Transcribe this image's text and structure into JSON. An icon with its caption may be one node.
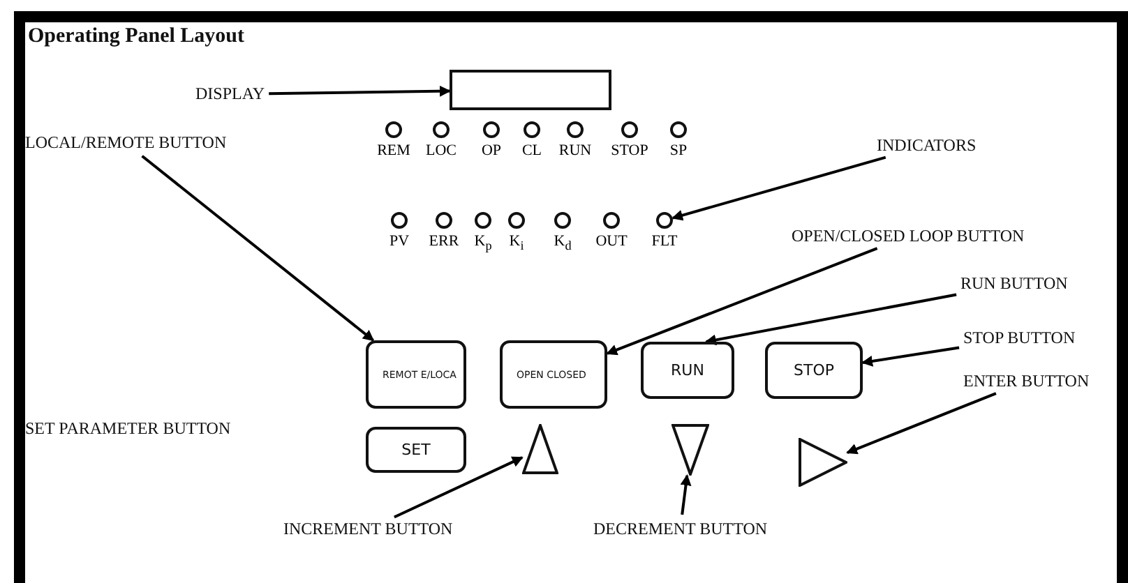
{
  "diagram": {
    "title": "Operating Panel Layout",
    "nodes": [
      {
        "text": [
          "DISPLAY"
        ]
      },
      {
        "text": [],
        "shape": "box"
      },
      {
        "text": [
          "LOCAL/REMOTE BUTTON"
        ]
      },
      {
        "text": [
          "INDICATORS"
        ]
      },
      {
        "text": [],
        "shape": "circle",
        "beside": [
          "REM"
        ]
      },
      {
        "text": [],
        "shape": "circle",
        "beside": [
          "LOC"
        ]
      },
      {
        "text": [],
        "shape": "circle",
        "beside": [
          "OP"
        ]
      },
      {
        "text": [],
        "shape": "circle",
        "beside": [
          "CL"
        ]
      },
      {
        "text": [],
        "shape": "circle",
        "beside": [
          "RUN"
        ]
      },
      {
        "text": [],
        "shape": "circle",
        "beside": [
          "STOP"
        ]
      },
      {
        "text": [],
        "shape": "circle",
        "beside": [
          "SP"
        ]
      },
      {
        "text": [
          "OPEN/CLOSED LOOP BUTTON"
        ]
      },
      {
        "text": [],
        "shape": "circle",
        "beside": [
          "PV"
        ]
      },
      {
        "text": [],
        "shape": "circle",
        "beside": [
          "ERR"
        ]
      },
      {
        "text": [],
        "shape": "circle",
        "beside": [
          "K$_{p}$"
        ]
      },
      {
        "text": [],
        "shape": "circle",
        "beside": [
          "K$_{i}$"
        ]
      },
      {
        "text": [],
        "shape": "circle",
        "beside": [
          "K$_{d}$"
        ]
      },
      {
        "text": [],
        "shape": "circle",
        "beside": [
          "OUT"
        ]
      },
      {
        "text": [],
        "shape": "circle",
        "beside": [
          "FLT"
        ]
      },
      {
        "text": [
          "RUN BUTTON"
        ]
      },
      {
        "text": [
          "REMOT E/LOCA"
        ]
      },
      {
        "text": [
          "OPEN CLOSED"
        ]
      },
      {
        "text": [
          "RUN"
        ]
      },
      {
        "text": [
          "STOP"
        ]
      },
      {
        "text": [
          "STOP BUTTON"
        ]
      },
      {
        "text": [
          "ENTER BUTTON"
        ]
      },
      {
        "text": [
          "SET"
        ]
      },
      {
        "text": [],
        "shape": "triangle"
      },
      {
        "text": [],
        "shape": "triangle"
      },
      {
        "text": [],
        "shape": "triangle"
      },
      {
        "text": [
          "INCREMENT BUTTON"
        ]
      },
      {
        "text": [
          "DECREMENT BUTTON"
        ]
      }
    ],
    "edges": [
      {
        "from": 0,
        "to": 1,
        "arrow": "to"
      },
      {
        "from": 2,
        "to": 20,
        "arrow": "to"
      },
      {
        "from": 3,
        "to": 18,
        "arrow": "to"
      },
      {
        "from": 11,
        "to": 21,
        "arrow": "to"
      },
      {
        "from": 19,
        "to": 22,
        "arrow": "to"
      },
      {
        "from": 24,
        "to": 23,
        "arrow": "to"
      },
      {
        "from": 25,
        "to": 29,
        "arrow": "to"
      },
      {
        "from": 30,
        "to": 27,
        "arrow": "to"
      },
      {
        "from": 31,
        "to": 28,
        "arrow": "to"
      }
    ],
    "labels": [
      "SET PARAMETER BUTTON"
    ]
  }
}
